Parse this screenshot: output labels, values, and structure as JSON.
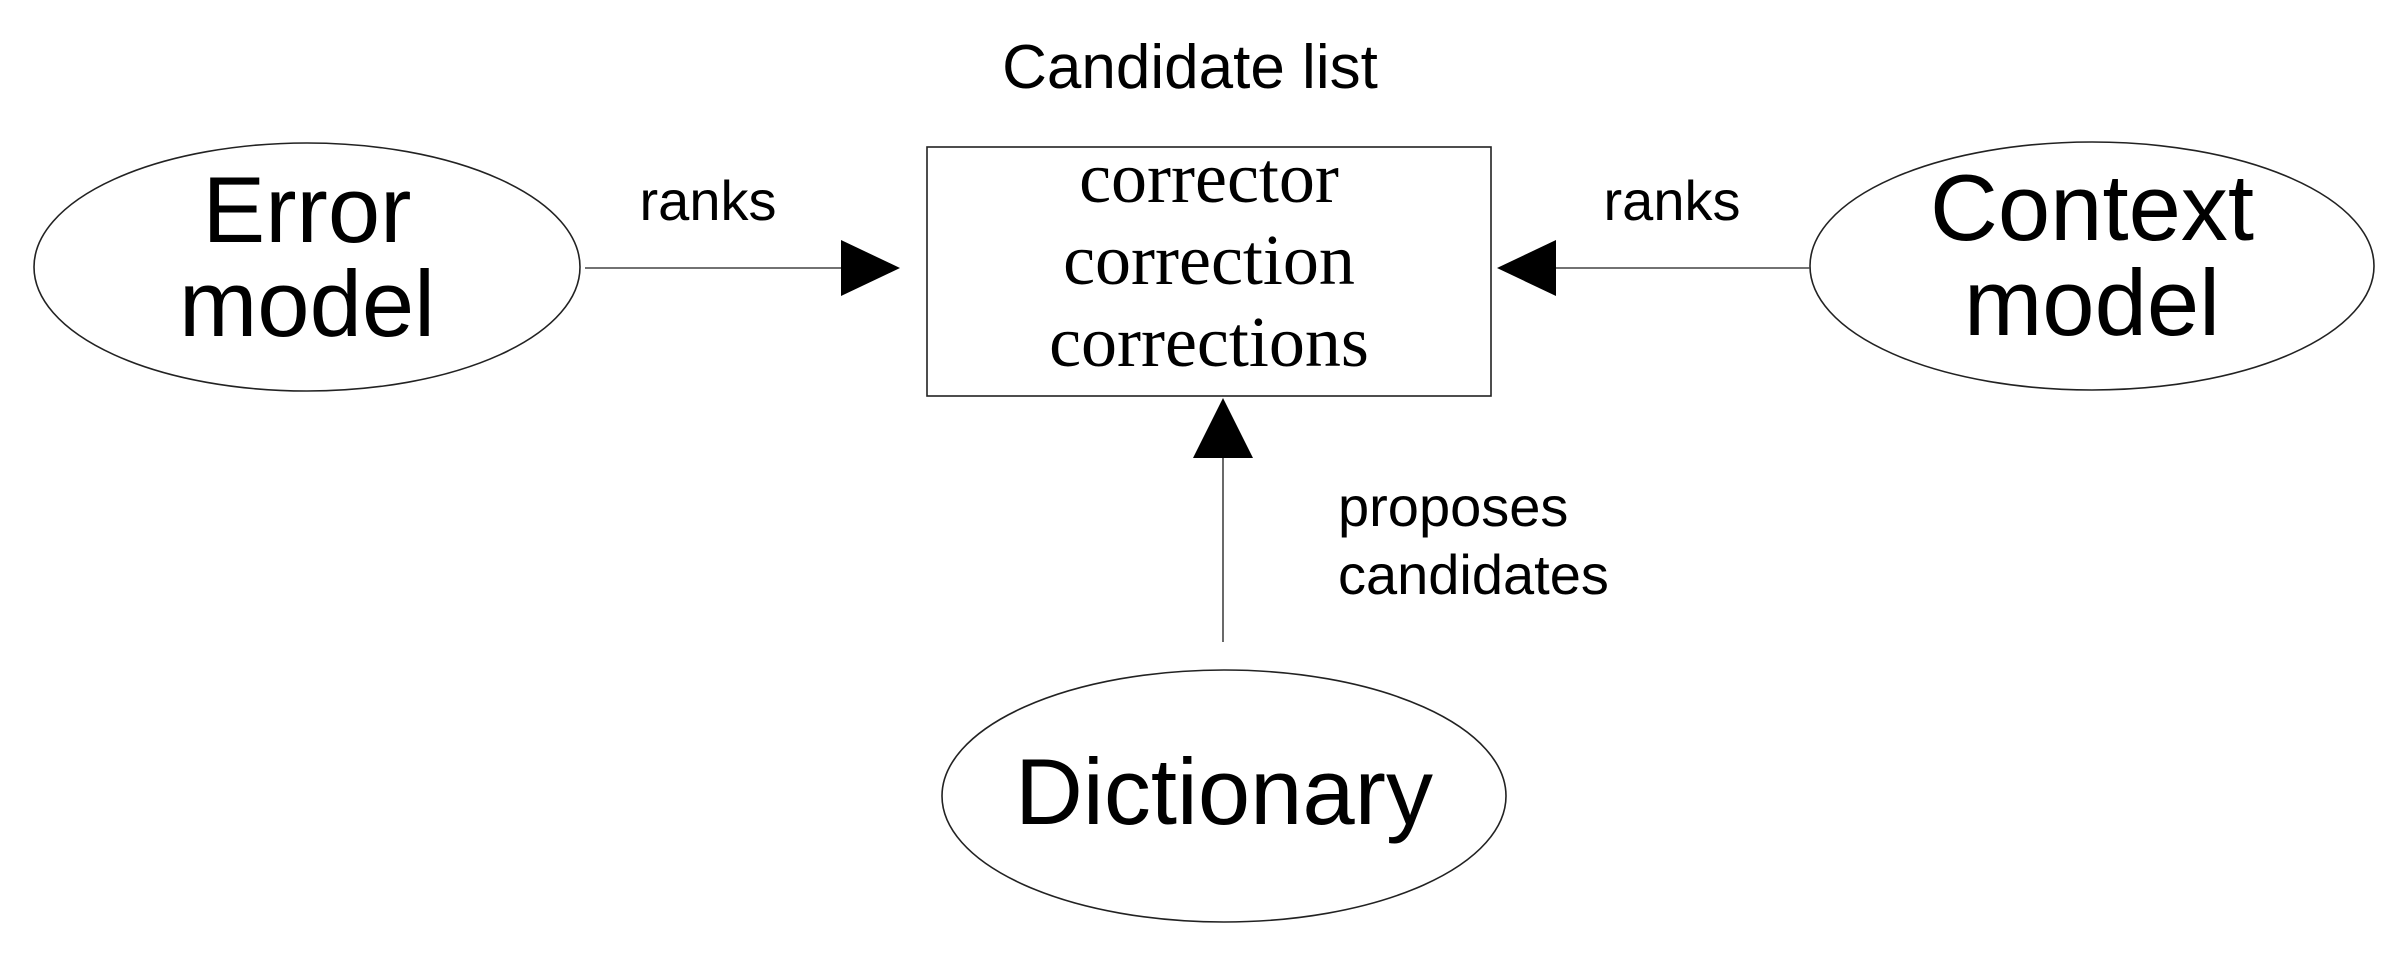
{
  "title": "Candidate list",
  "candidates": [
    "corrector",
    "correction",
    "corrections"
  ],
  "nodes": {
    "error_model": {
      "line1": "Error",
      "line2": "model"
    },
    "context_model": {
      "line1": "Context",
      "line2": "model"
    },
    "dictionary": {
      "label": "Dictionary"
    }
  },
  "edges": {
    "error_to_list": {
      "label": "ranks"
    },
    "context_to_list": {
      "label": "ranks"
    },
    "dictionary_to_list": {
      "line1": "proposes",
      "line2": "candidates"
    }
  }
}
